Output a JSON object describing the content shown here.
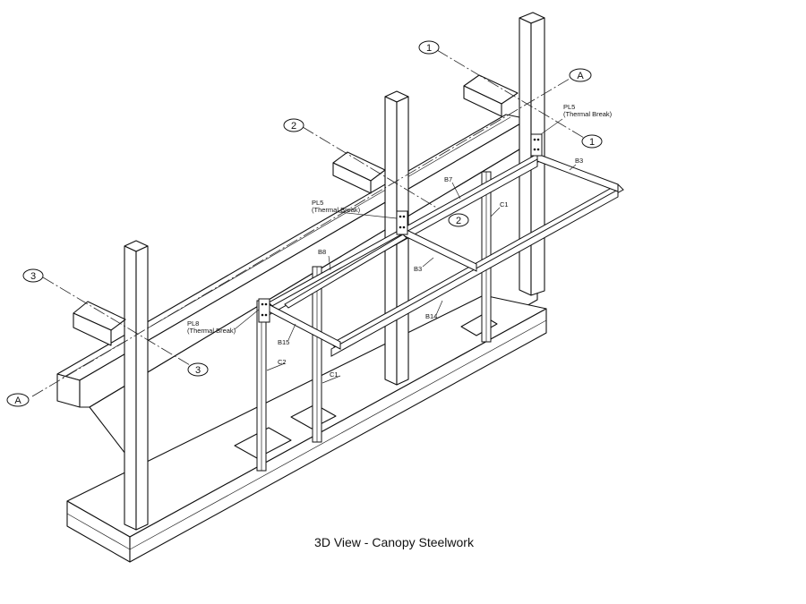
{
  "caption": "3D View - Canopy Steelwork",
  "grid_labels": {
    "g1_top": "1",
    "g1_bottom": "1",
    "g2_top": "2",
    "g2_bottom": "2",
    "g3_top": "3",
    "g3_bottom": "3",
    "gA_right": "A",
    "gA_left": "A"
  },
  "members": {
    "b3_end": "B3",
    "b7": "B7",
    "c1_back": "C1",
    "b8": "B8",
    "b3_mid": "B3",
    "b14": "B14",
    "b15": "B15",
    "c2": "C2",
    "c1_front": "C1"
  },
  "plates": {
    "pl5_right": "PL5",
    "pl5_right_note": "(Thermal Break)",
    "pl5_mid": "PL5",
    "pl5_mid_note": "(Thermal Break)",
    "pl8": "PL8",
    "pl8_note": "(Thermal Break)"
  }
}
